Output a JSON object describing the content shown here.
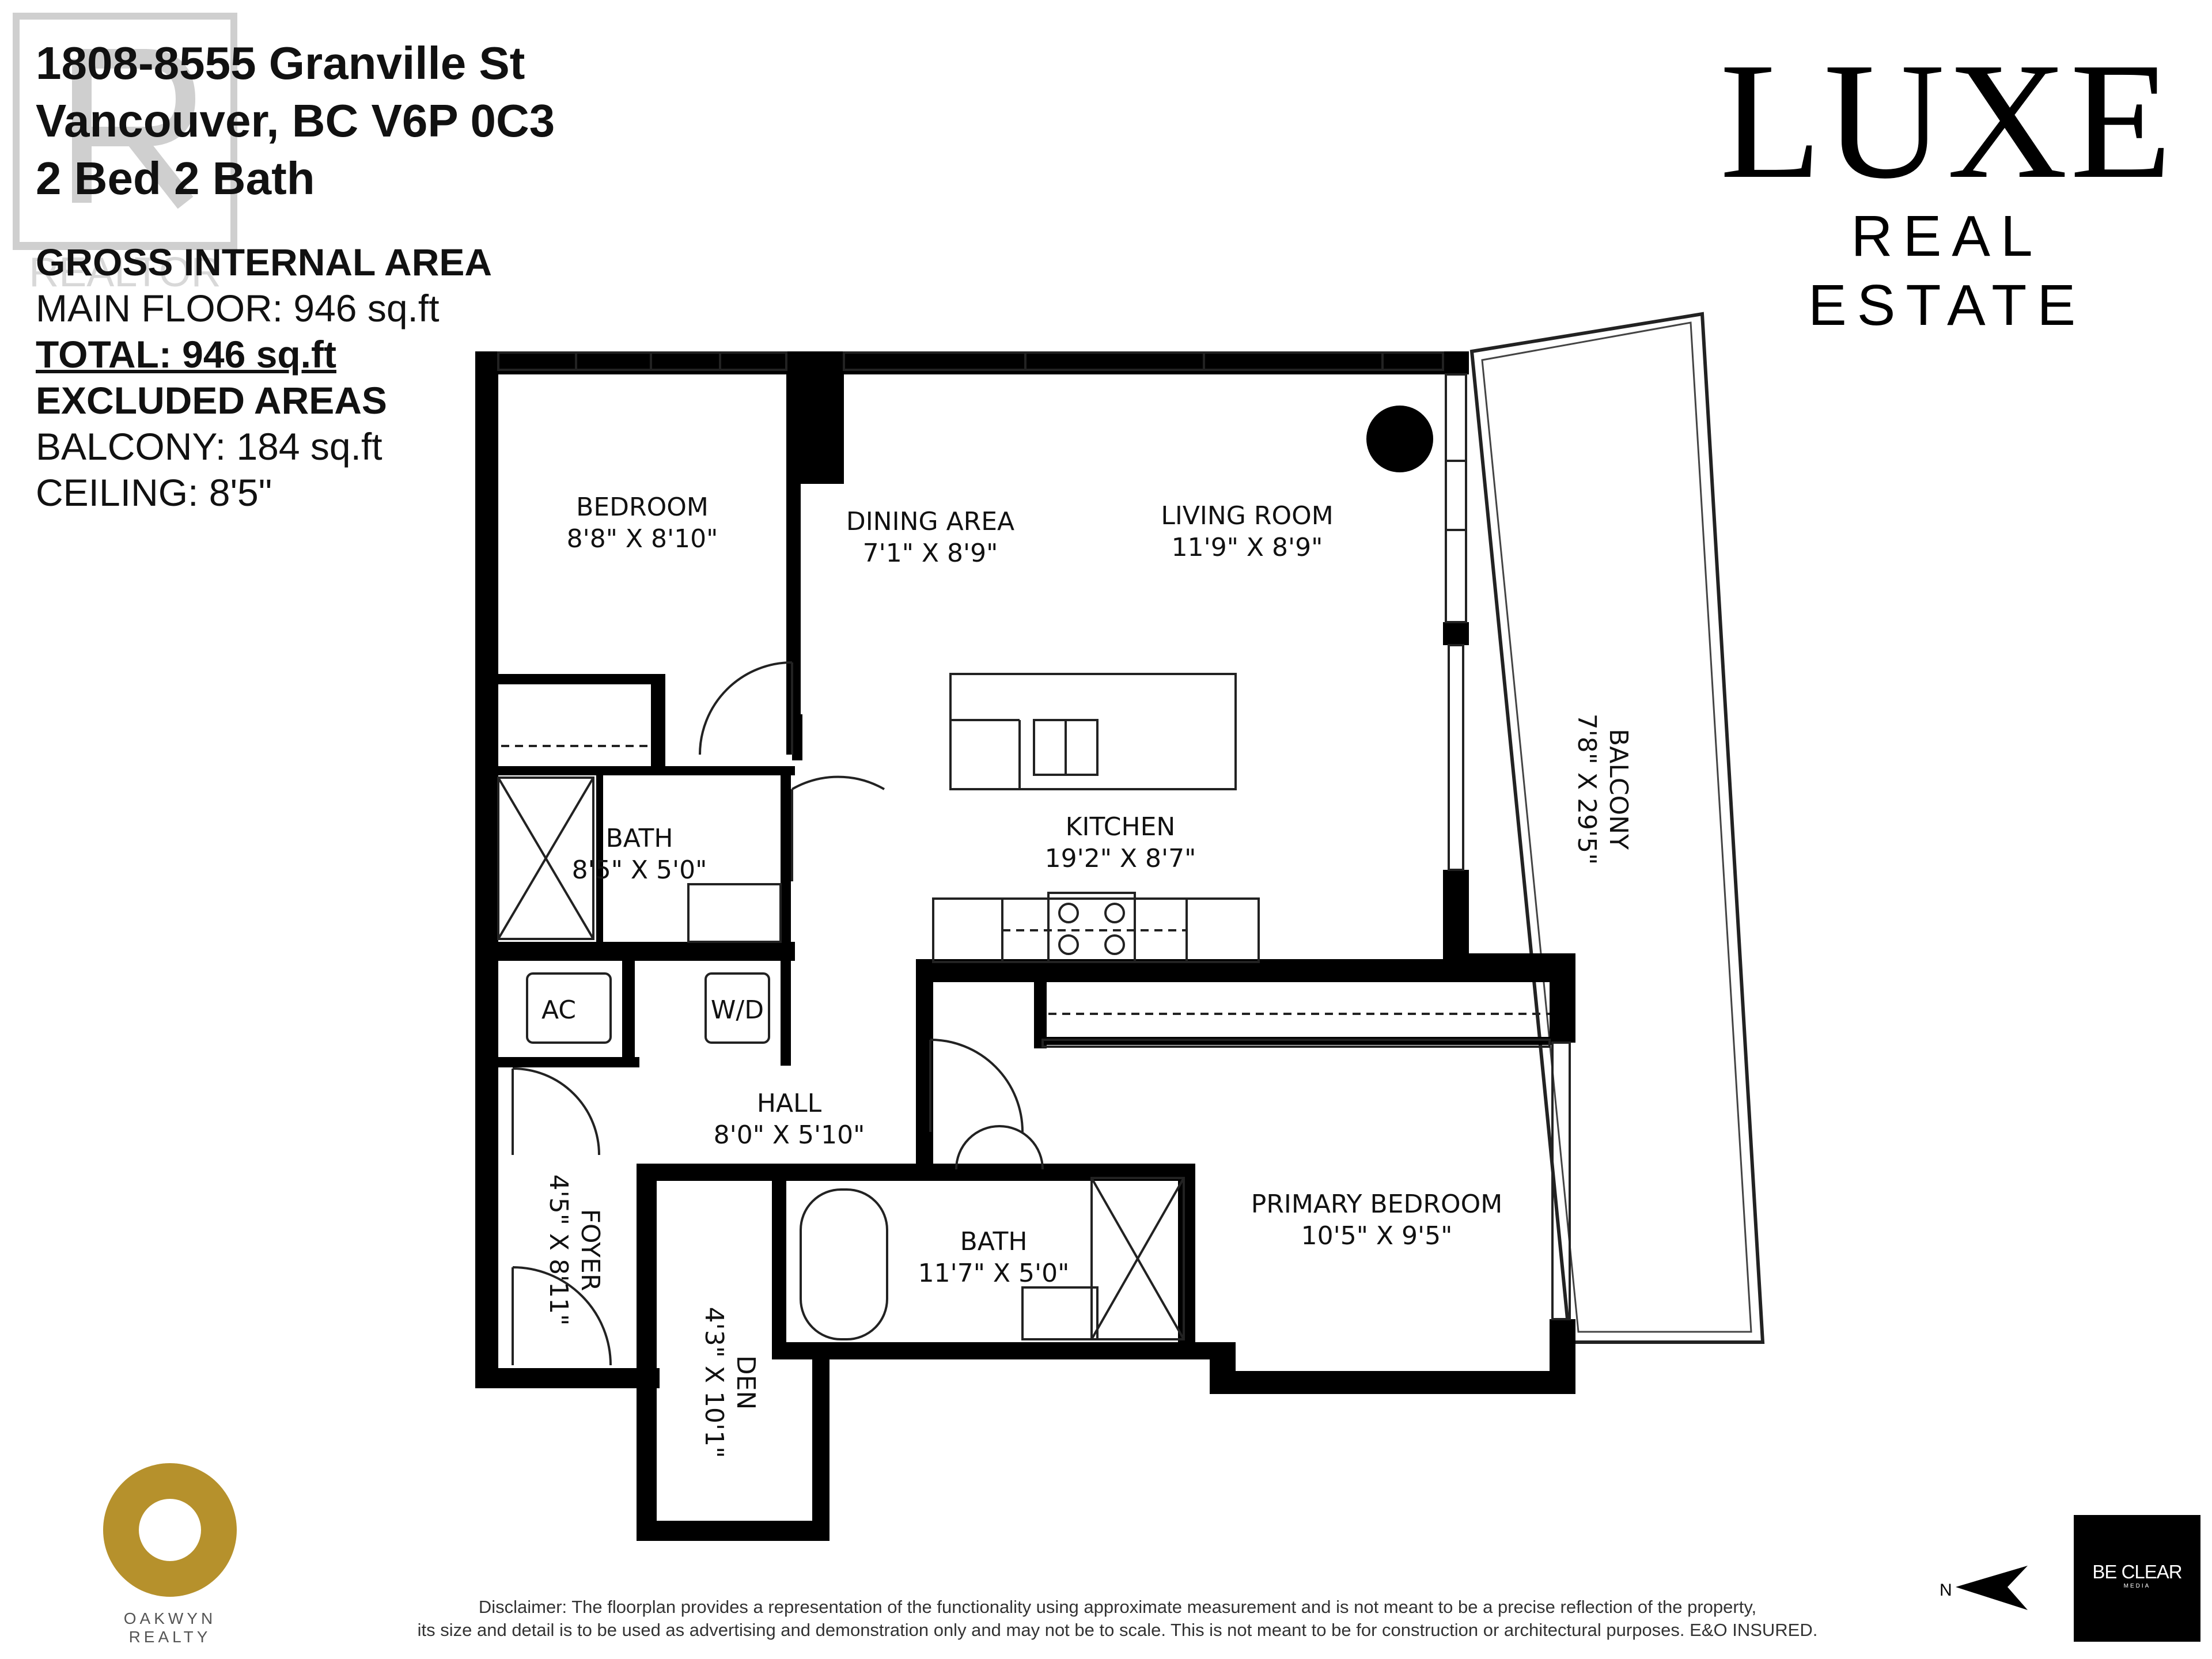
{
  "header": {
    "address_line1": "1808-8555 Granville St",
    "address_line2": "Vancouver, BC V6P 0C3",
    "beds_baths": "2 Bed 2 Bath"
  },
  "areas": {
    "gross_heading": "GROSS INTERNAL AREA",
    "main_floor": "MAIN FLOOR: 946 sq.ft",
    "total": "TOTAL: 946  sq.ft",
    "excluded_heading": "EXCLUDED AREAS",
    "balcony": "BALCONY: 184 sq.ft",
    "ceiling": "CEILING: 8'5\""
  },
  "brand": {
    "name": "LUXE",
    "subtitle": "REAL ESTATE"
  },
  "rooms": {
    "bedroom": {
      "name": "BEDROOM",
      "dims": "8'8\" X 8'10\""
    },
    "dining": {
      "name": "DINING AREA",
      "dims": "7'1\" X 8'9\""
    },
    "living": {
      "name": "LIVING ROOM",
      "dims": "11'9\" X 8'9\""
    },
    "kitchen": {
      "name": "KITCHEN",
      "dims": "19'2\" X 8'7\""
    },
    "bath1": {
      "name": "BATH",
      "dims": "8'5\" X 5'0\""
    },
    "ac": "AC",
    "wd": "W/D",
    "hall": {
      "name": "HALL",
      "dims": "8'0\" X 5'10\""
    },
    "foyer": {
      "name": "FOYER",
      "dims": "4'5\" X 8'11\""
    },
    "bath2": {
      "name": "BATH",
      "dims": "11'7\" X 5'0\""
    },
    "primary": {
      "name": "PRIMARY BEDROOM",
      "dims": "10'5\" X 9'5\""
    },
    "den": {
      "name": "DEN",
      "dims": "4'3\" X 10'1\""
    },
    "balcony": {
      "name": "BALCONY",
      "dims": "7'8\" X 29'5\""
    }
  },
  "brokerage": "OAKWYN REALTY",
  "disclaimer": {
    "line1": "Disclaimer: The floorplan provides a representation of the functionality using approximate measurement and is not meant to be a precise reflection of the property,",
    "line2": "its size and detail is to be used as advertising and demonstration only and may not be to scale. This is not meant to be for construction or architectural purposes. E&O INSURED."
  },
  "compass_label": "N",
  "media_logo": {
    "line1": "BE CLEAR",
    "line2": "MEDIA"
  },
  "colors": {
    "wall": "#000000",
    "gold": "#b6912c",
    "text": "#111111"
  }
}
